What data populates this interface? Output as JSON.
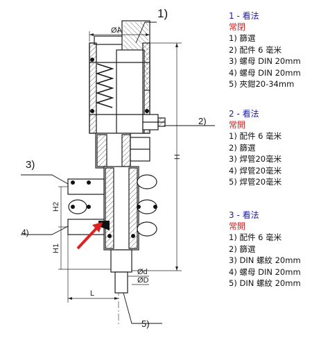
{
  "callouts": {
    "c1": "1)",
    "c2": "2)",
    "c3": "3)",
    "c4": "4)",
    "c5": "5)"
  },
  "dimensions": {
    "outer_dia": "ØA",
    "height": "H",
    "h1": "H1",
    "h2": "H2",
    "length": "L",
    "d_small": "Ød",
    "d_large": "ØD"
  },
  "legend": [
    {
      "header": "1 - 看法",
      "state": "常閉",
      "items": [
        "1) 篩選",
        "2) 配件 6 毫米",
        "3) 螺母 DIN 20mm",
        "4) 螺母 DIN 20mm",
        "5) 夾鉗20-34mm"
      ]
    },
    {
      "header": "2 - 看法",
      "state": "常開",
      "items": [
        "1) 配件 6 毫米",
        "2) 篩選",
        "3) 焊管20毫米",
        "4) 焊管20毫米",
        "5) 焊管20毫米"
      ]
    },
    {
      "header": "3 - 看法",
      "state": "常開",
      "items": [
        "1) 配件 6 毫米",
        "2) 篩選",
        "3) DIN 螺紋 20mm",
        "4) 螺母 DIN 20mm",
        "5) DIN 螺紋 20mm"
      ]
    }
  ],
  "colors": {
    "line": "#1a1a1a",
    "hatch": "#555555",
    "legend_header": "#1a1aa8",
    "legend_state": "#d42020",
    "arrow": "#e02020",
    "seal": "#111111"
  }
}
